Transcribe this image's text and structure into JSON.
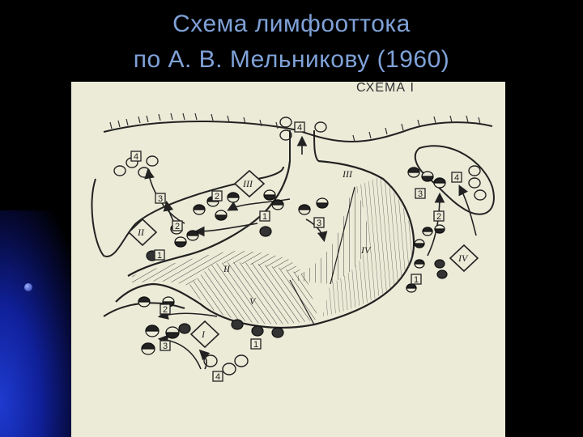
{
  "slide": {
    "title_line1": "Схема лимфооттока",
    "title_line2": "по А. В. Мельникову (1960)"
  },
  "figure": {
    "header": "СХЕМА I",
    "zone_labels": [
      "I",
      "II",
      "III",
      "IV",
      "V"
    ],
    "node_numbers": [
      "1",
      "2",
      "3",
      "4"
    ]
  }
}
